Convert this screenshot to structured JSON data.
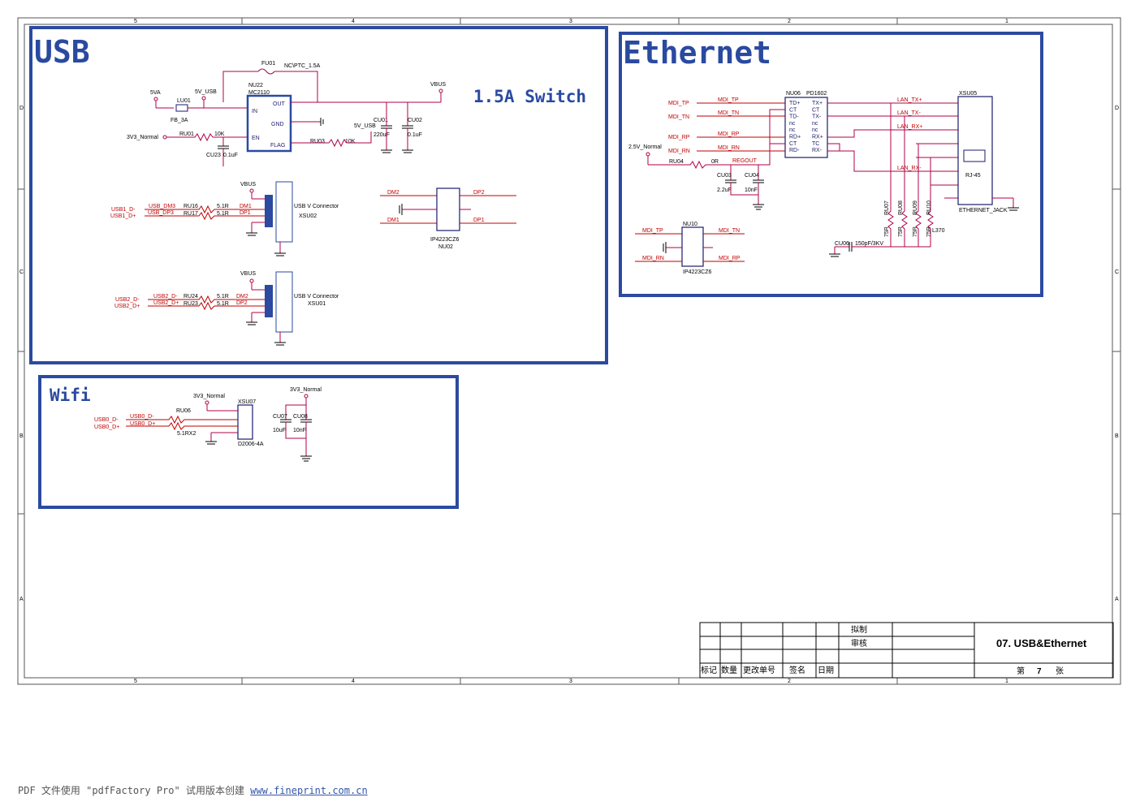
{
  "sections": {
    "usb": "USB",
    "switch": "1.5A Switch",
    "ethernet": "Ethernet",
    "wifi": "Wifi"
  },
  "usb": {
    "fu01": "FU01",
    "fu01_val": "NC\\PTC_1.5A",
    "vbus": "VBUS",
    "v5va": "5VA",
    "v5usb": "5V_USB",
    "lu01": "LU01",
    "lu01_val": "FB_3A",
    "nu22": "NU22",
    "nu22_val": "MC2110",
    "pin_in": "IN",
    "pin_out": "OUT",
    "pin_gnd": "GND",
    "pin_en": "EN",
    "pin_flag": "FLAG",
    "ru01": "RU01",
    "ru01_val": "10K",
    "v3v3": "3V3_Normal",
    "cu23": "CU23",
    "cu23_val": "0.1uF",
    "ru03": "RU03",
    "ru03_val": "10K",
    "v5usb2": "5V_USB",
    "cu01": "CU01",
    "cu01_val": "220uF",
    "cu02": "CU02",
    "cu02_val": "0.1uF",
    "usb1_dm": "USB1_D-",
    "usb1_dp": "USB1_D+",
    "usb_dm3": "USB_DM3",
    "usb_dp3": "USB_DP3",
    "ru16": "RU16",
    "ru17": "RU17",
    "r51a": "5.1R",
    "r51b": "5.1R",
    "dm1": "DM1",
    "dp1": "DP1",
    "vbus2": "VBUS",
    "conn_a": "USB V Connector",
    "xsu02": "XSU02",
    "dm2": "DM2",
    "dp2": "DP2",
    "dm1b": "DM1",
    "dp1b": "DP1",
    "ip_a": "IP4223CZ6",
    "nu02": "NU02",
    "usb2_dm": "USB2_D-",
    "usb2_dp": "USB2_D+",
    "usb2_dm_net": "USB2_D-",
    "usb2_dp_net": "USB2_D+",
    "ru24": "RU24",
    "ru23": "RU23",
    "r51c": "5.1R",
    "r51d": "5.1R",
    "dm2b": "DM2",
    "dp2b": "DP2",
    "vbus3": "VBUS",
    "conn_b": "USB V Connector",
    "xsu01": "XSU01"
  },
  "eth": {
    "nu06": "NU06",
    "nu06_val": "PD1602",
    "mdi_tp": "MDI_TP",
    "mdi_tn": "MDI_TN",
    "mdi_rp": "MDI_RP",
    "mdi_rn": "MDI_RN",
    "left_pins": [
      "TD+",
      "CT",
      "TD-",
      "nc",
      "nc",
      "RD+",
      "CT",
      "RD-"
    ],
    "right_pins": [
      "TX+",
      "CT",
      "TX-",
      "nc",
      "nc",
      "RX+",
      "TC",
      "RX-"
    ],
    "lan_txp": "LAN_TX+",
    "lan_txn": "LAN_TX-",
    "lan_rxp": "LAN_RX+",
    "lan_rxn": "LAN_RX-",
    "v25": "2.5V_Normal",
    "ru04": "RU04",
    "ru04_val": "0R",
    "regout": "REGOUT",
    "cu03": "CU03",
    "cu03_val": "2.2uF",
    "cu04": "CU04",
    "cu04_val": "10nF",
    "xsu05": "XSU05",
    "rj45": "RJ-45",
    "jack": "ETHERNET_JACK",
    "ru07": "RU07",
    "ru08": "RU08",
    "ru09": "RU09",
    "ru10": "RU10",
    "r75": "75R",
    "cu06": "CU06",
    "cu06_val": "150pF/3KV",
    "nu10": "NU10",
    "ip_b": "IP4223CZ6",
    "mdi_tp2": "MDI_TP",
    "mdi_tn2": "MDI_TN",
    "mdi_rn2": "MDI_RN",
    "mdi_rp2": "MDI_RP",
    "code": "L370"
  },
  "wifi": {
    "v3v3a": "3V3_Normal",
    "v3v3b": "3V3_Normal",
    "usb0_dm": "USB0_D-",
    "usb0_dp": "USB0_D+",
    "usb0_dm_net": "USB0_D-",
    "usb0_dp_net": "USB0_D+",
    "ru06": "RU06",
    "ru06_val": "5.1RX2",
    "xsu07": "XSU07",
    "xsu07_val": "D2006-4A",
    "cu07": "CU07",
    "cu07_val": "10uF",
    "cu08": "CU08",
    "cu08_val": "10nF"
  },
  "titleblock": {
    "draft": "拟制",
    "review": "审核",
    "title": "07. USB&Ethernet",
    "mark": "标记",
    "qty": "数量",
    "change": "更改单号",
    "sign": "签名",
    "date": "日期",
    "sheet_prefix": "第",
    "sheet_num": "7",
    "sheet_suffix": "张"
  },
  "ruler": {
    "cols": [
      "5",
      "4",
      "3",
      "2",
      "1"
    ],
    "rows": [
      "D",
      "C",
      "B",
      "A"
    ]
  },
  "footer": {
    "text": "PDF 文件使用 \"pdfFactory Pro\" 试用版本创建 ",
    "link": "www.fineprint.com.cn"
  }
}
